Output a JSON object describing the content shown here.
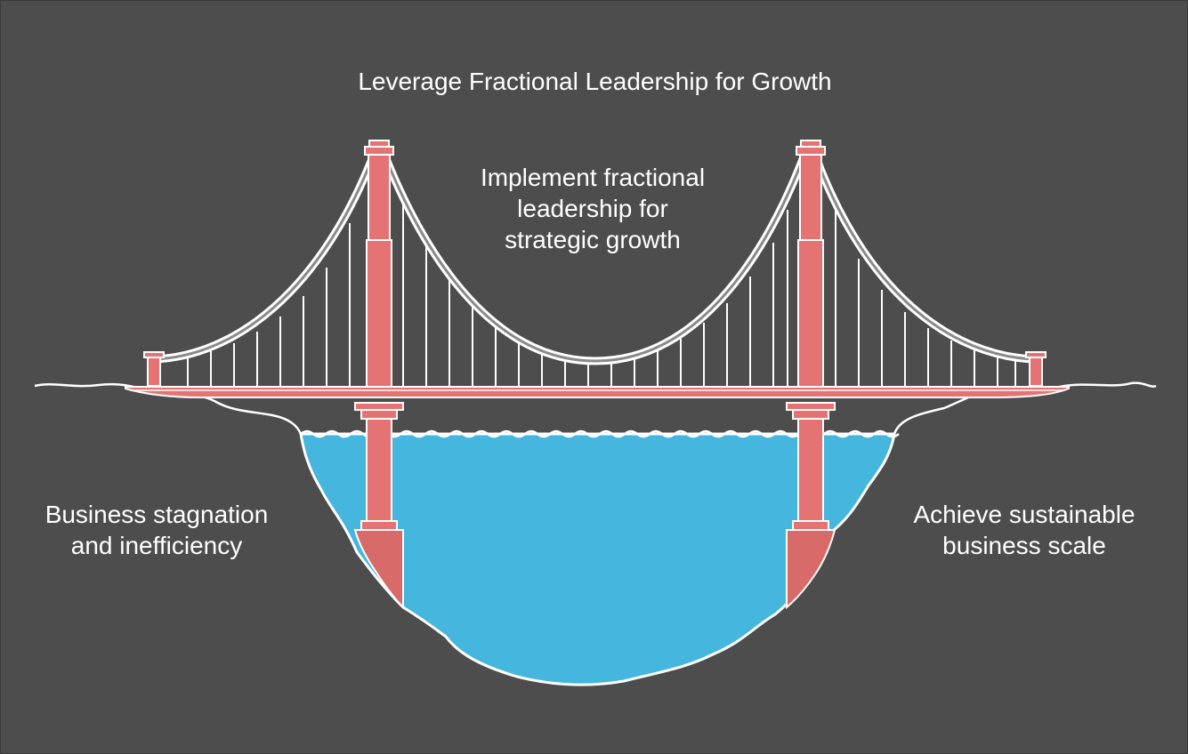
{
  "diagram": {
    "title": "Leverage Fractional Leadership for Growth",
    "bridge_label": {
      "line1": "Implement fractional",
      "line2": "leadership for",
      "line3": "strategic growth"
    },
    "left_bank_label": {
      "line1": "Business stagnation",
      "line2": "and inefficiency"
    },
    "right_bank_label": {
      "line1": "Achieve sustainable",
      "line2": "business scale"
    },
    "colors": {
      "background": "#4d4d4d",
      "bridge": "#e57373",
      "bridge_dark": "#d86a6a",
      "water": "#45b6dd",
      "cable": "#ffffff",
      "text": "#ffffff"
    }
  }
}
